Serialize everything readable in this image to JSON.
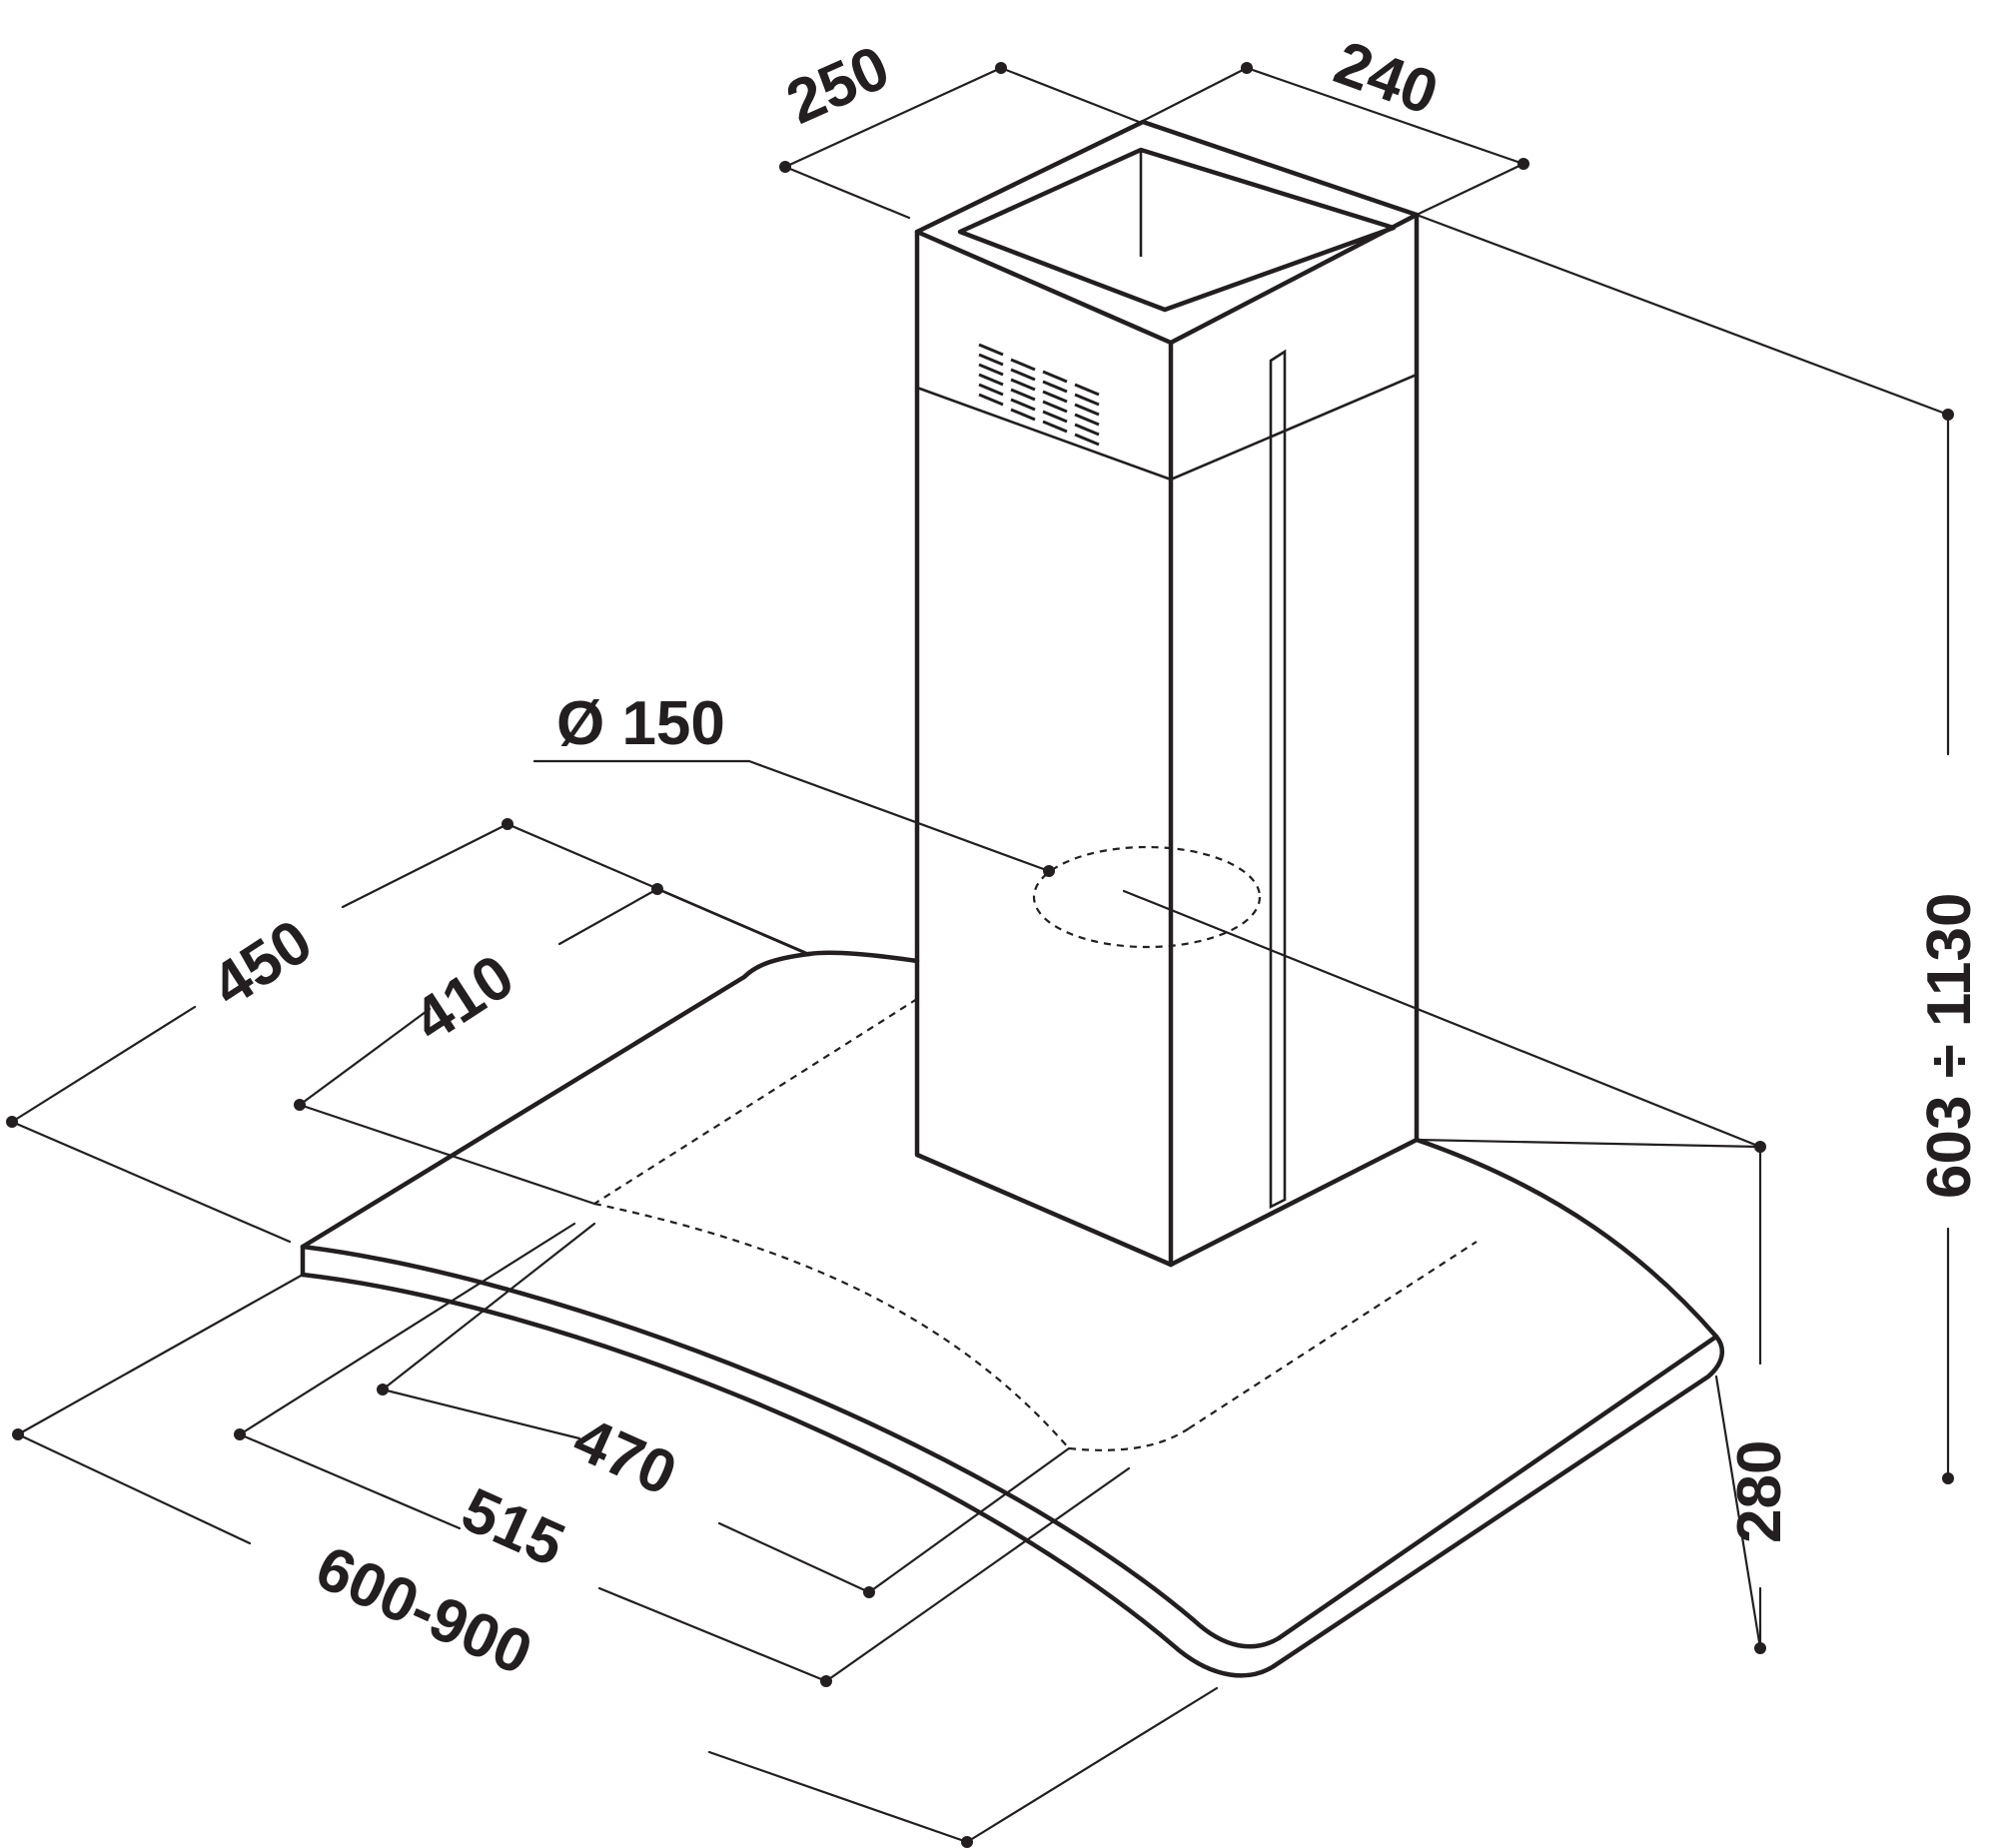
{
  "dimensions": {
    "chimney_width": "250",
    "chimney_depth": "240",
    "duct_diameter": "Ø 150",
    "height_range": "603 ÷ 1130",
    "canopy_depth_outer": "450",
    "canopy_depth_inner": "410",
    "width_470": "470",
    "width_515": "515",
    "width_overall": "600-900",
    "canopy_height": "280"
  }
}
